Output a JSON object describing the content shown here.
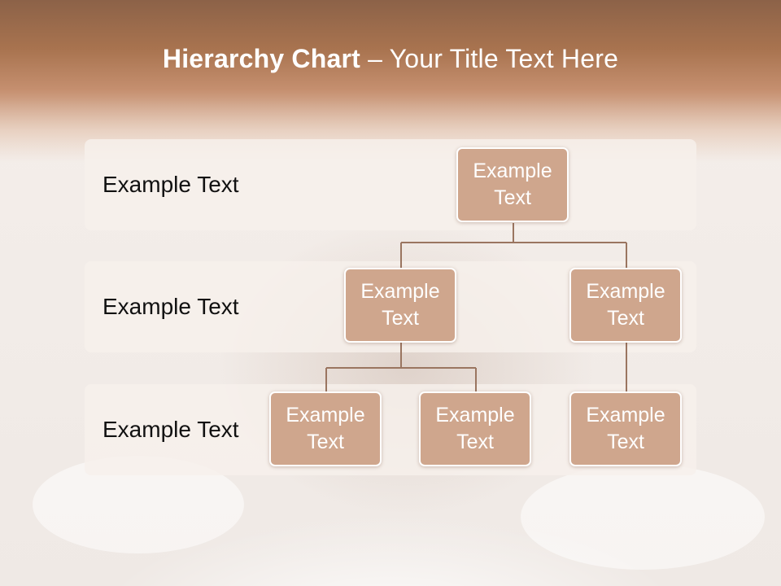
{
  "slide": {
    "title_bold": "Hierarchy Chart",
    "title_rest": " – Your Title Text Here"
  },
  "bands": [
    {
      "label": "Example Text"
    },
    {
      "label": "Example Text"
    },
    {
      "label": "Example Text"
    }
  ],
  "nodes": [
    {
      "id": "root",
      "text": "Example Text"
    },
    {
      "id": "l2-left",
      "text": "Example Text"
    },
    {
      "id": "l2-right",
      "text": "Example Text"
    },
    {
      "id": "l3-a",
      "text": "Example Text"
    },
    {
      "id": "l3-b",
      "text": "Example Text"
    },
    {
      "id": "l3-c",
      "text": "Example Text"
    }
  ],
  "colors": {
    "node_fill": "#cfa68d",
    "connector": "#9a7560",
    "header": "#a8734f"
  }
}
